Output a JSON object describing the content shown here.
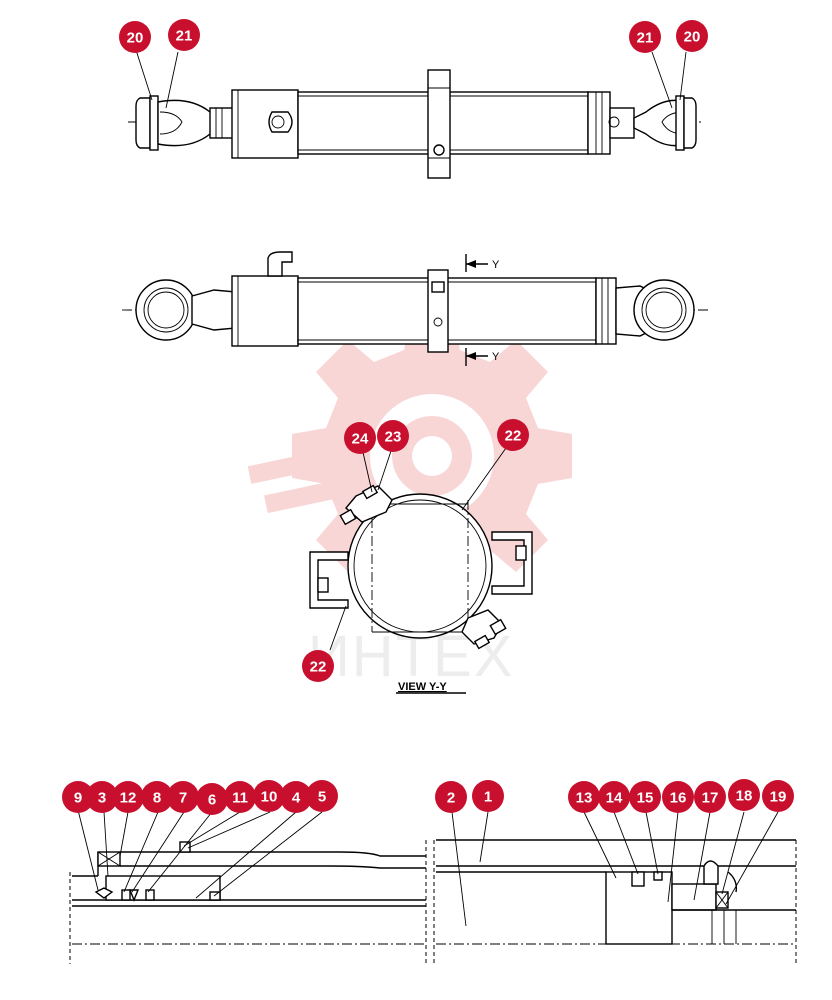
{
  "watermark": {
    "text": "ИНТЕХ",
    "color": "#f5b5b5"
  },
  "section_marker": {
    "letter": "Y"
  },
  "view_label": "VIEW  Y-Y",
  "callout_color": "#c8102e",
  "callouts": {
    "top_left_20": "20",
    "top_left_21": "21",
    "top_right_21": "21",
    "top_right_20": "20",
    "view_24": "24",
    "view_23": "23",
    "view_22_top": "22",
    "view_22_bottom": "22",
    "b9": "9",
    "b3": "3",
    "b12": "12",
    "b8": "8",
    "b7": "7",
    "b6": "6",
    "b11": "11",
    "b10": "10",
    "b4": "4",
    "b5": "5",
    "b2": "2",
    "b1": "1",
    "b13": "13",
    "b14": "14",
    "b15": "15",
    "b16": "16",
    "b17": "17",
    "b18": "18",
    "b19": "19"
  }
}
